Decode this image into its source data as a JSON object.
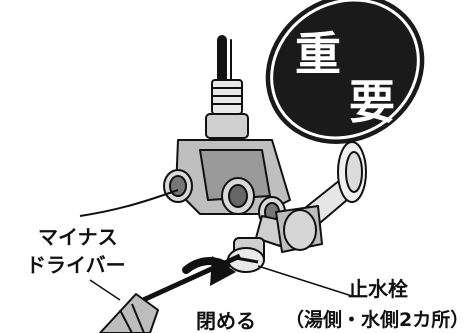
{
  "badge": {
    "char1": "重",
    "char2": "要"
  },
  "labels": {
    "screwdriver_line1": "マイナス",
    "screwdriver_line2": "ドライバー",
    "close": "閉める",
    "stop_valve": "止水栓",
    "stop_valve_note": "（湯側・水側2カ所）"
  }
}
